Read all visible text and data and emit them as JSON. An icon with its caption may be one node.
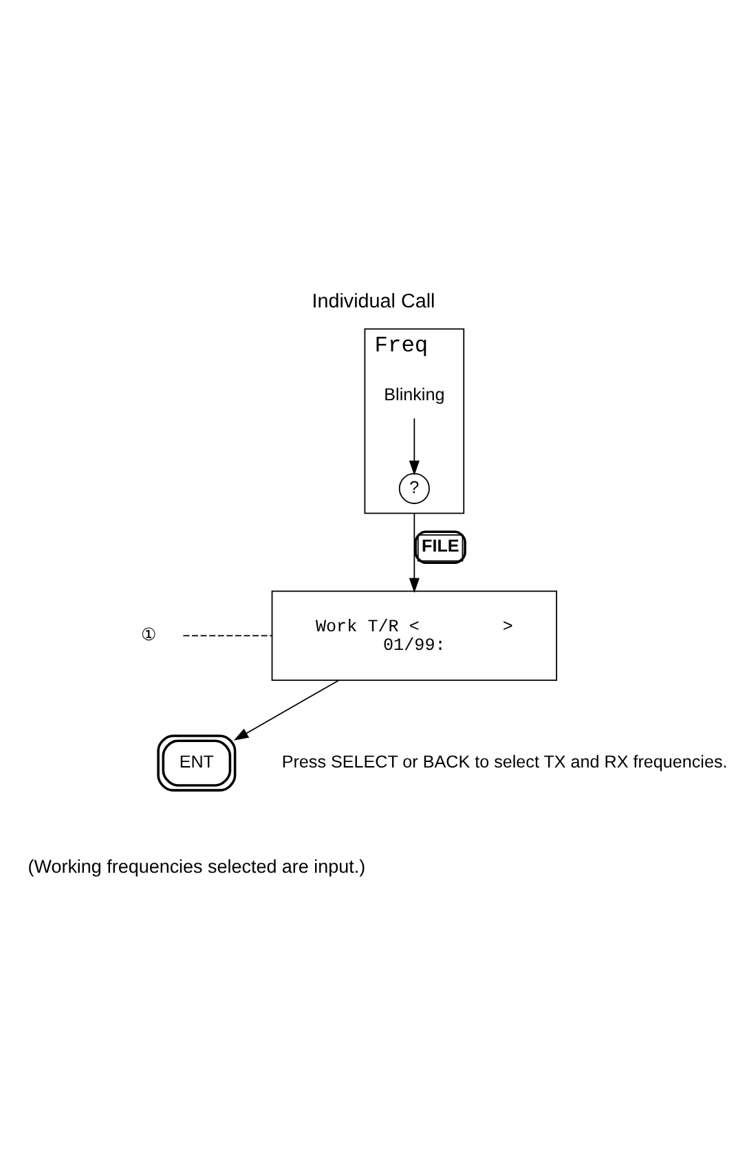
{
  "diagram": {
    "title": "Individual Call",
    "caption": "(Working frequencies selected are input.)",
    "nodes": [
      {
        "text": [
          "Freq"
        ]
      },
      {
        "text": [
          "?"
        ],
        "in": 0
      },
      {
        "text": [
          "Blinking"
        ],
        "in": 0
      },
      {
        "text": [
          "Work T/R <        >",
          "01/99:"
        ]
      },
      {
        "text": [
          "①"
        ]
      },
      {
        "text": [
          "ENT"
        ]
      }
    ],
    "edges": [
      {
        "from": 2,
        "to": 1,
        "arrow": "to"
      },
      {
        "from": 0,
        "to": 3,
        "arrow": "to",
        "label": "FILE"
      },
      {
        "from": 4,
        "to": 3,
        "arrow": "none",
        "style": "dashed"
      },
      {
        "from": 3,
        "to": 5,
        "arrow": "to"
      }
    ],
    "labels": [
      "Press SELECT or BACK to select TX and RX frequencies."
    ]
  }
}
